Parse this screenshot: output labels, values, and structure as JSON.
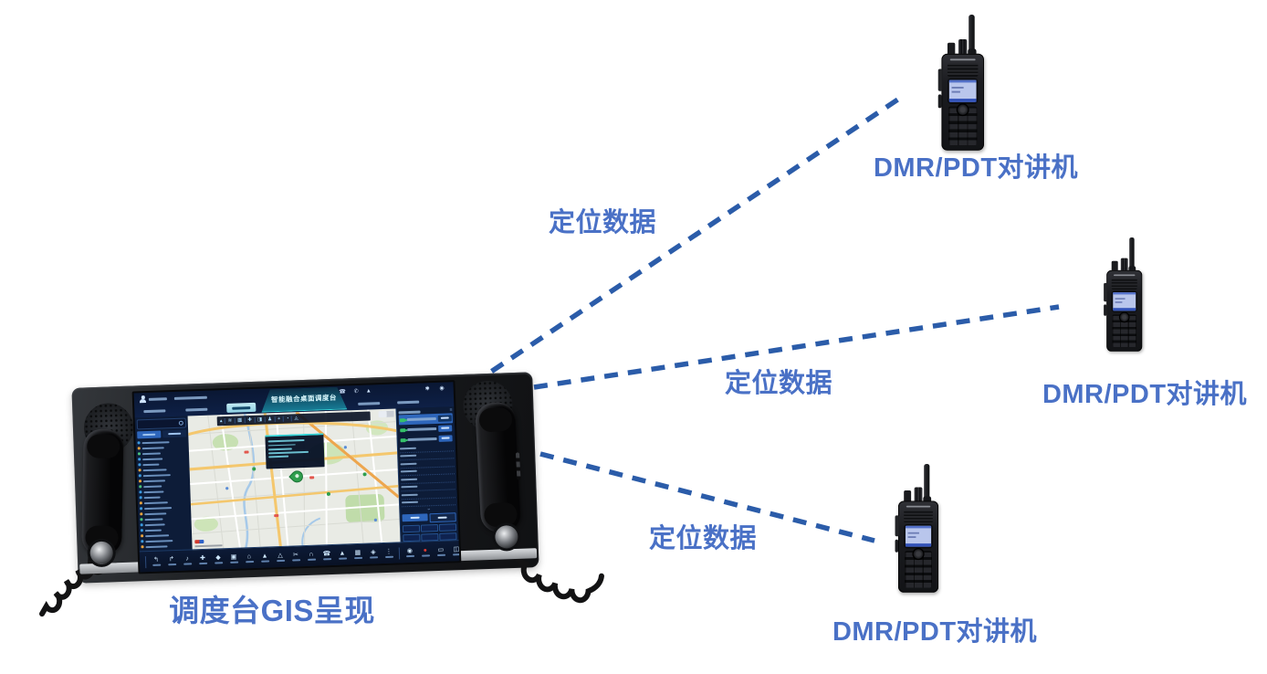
{
  "page": {
    "background": "#ffffff"
  },
  "palette": {
    "label_blue": "#4a71c6",
    "line_blue": "#2b5ca9",
    "screen_navy": "#0d1c38",
    "accent_cyan": "#35d3d6",
    "button_blue": "#2e66bb",
    "map_bg": "#e9ebe5",
    "pin_green": "#2f9e4d",
    "record_red": "#e03b30",
    "lcd_blue": "#b9c6ec"
  },
  "console": {
    "caption": "调度台GIS呈现",
    "screen": {
      "banner_title": "智能融合桌面调度台",
      "sidebar_rows": 20,
      "right_status_rows": 3,
      "right_list_rows": 8,
      "keypad_keys": 12,
      "map_tool_groups": 9,
      "toolbar_left_icons": 16,
      "toolbar_right_icons": 5
    }
  },
  "connections": [
    {
      "label": "定位数据"
    },
    {
      "label": "定位数据"
    },
    {
      "label": "定位数据"
    }
  ],
  "radios": [
    {
      "label": "DMR/PDT对讲机"
    },
    {
      "label": "DMR/PDT对讲机"
    },
    {
      "label": "DMR/PDT对讲机"
    }
  ],
  "icons": {
    "person-icon": "operator silhouette",
    "search-icon": "magnifier",
    "location-pin-icon": "green map pin",
    "speaker-icon": "loudspeaker grille",
    "record-icon": "red record control",
    "phone-icon": "handset",
    "antenna-icon": "radio antenna"
  }
}
